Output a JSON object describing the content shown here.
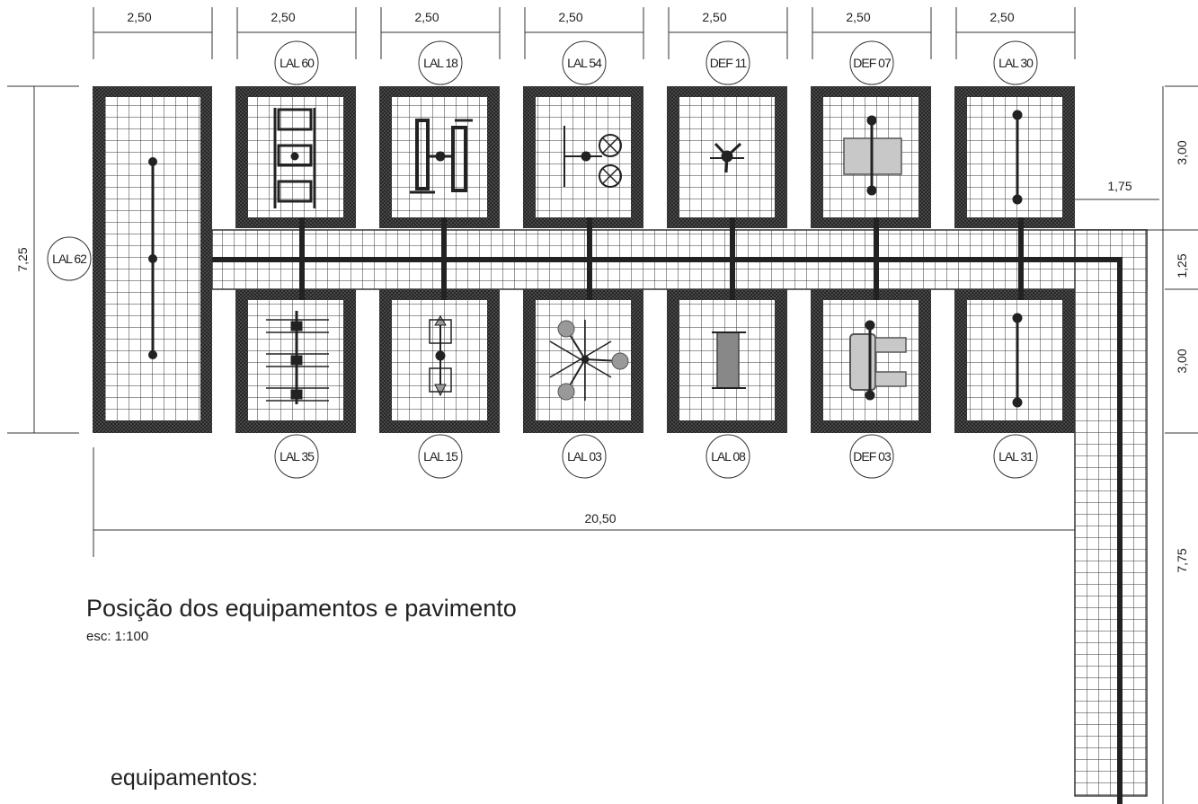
{
  "drawing": {
    "title": "Posição dos equipamentos e pavimento",
    "scale": "esc: 1:100",
    "section_label": "equipamentos:"
  },
  "dimensions": {
    "module_widths": [
      "2,50",
      "2,50",
      "2,50",
      "2,50",
      "2,50",
      "2,50",
      "2,50"
    ],
    "total_width": "20,50",
    "total_height": "7,25",
    "right_side": [
      "3,00",
      "1,25",
      "3,00"
    ],
    "path_offset": "1,75",
    "path_length": "7,75"
  },
  "equipment": {
    "left": "LAL 62",
    "top": [
      "LAL 60",
      "LAL 18",
      "LAL 54",
      "DEF 11",
      "DEF 07",
      "LAL 30"
    ],
    "bottom": [
      "LAL 35",
      "LAL 15",
      "LAL 03",
      "LAL 08",
      "DEF 03",
      "LAL 31"
    ]
  },
  "colors": {
    "line": "#222222",
    "tile_border": "#3a3a3a",
    "grey_fill": "#c8c8c8"
  }
}
